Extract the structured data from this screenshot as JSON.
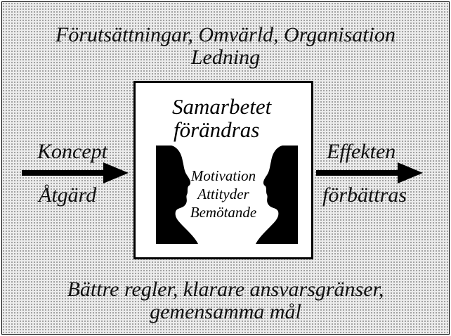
{
  "context": {
    "line1": "Förutsättningar, Omvärld, Organisation",
    "line2": "Ledning"
  },
  "input": {
    "top": "Koncept",
    "bottom": "Åtgärd"
  },
  "center": {
    "title_line1": "Samarbetet",
    "title_line2": "förändras",
    "items": [
      "Motivation",
      "Attityder",
      "Bemötande"
    ]
  },
  "output": {
    "top": "Effekten",
    "bottom": "förbättras"
  },
  "result": {
    "line1": "Bättre regler, klarare ansvarsgränser,",
    "line2": "gemensamma mål"
  }
}
